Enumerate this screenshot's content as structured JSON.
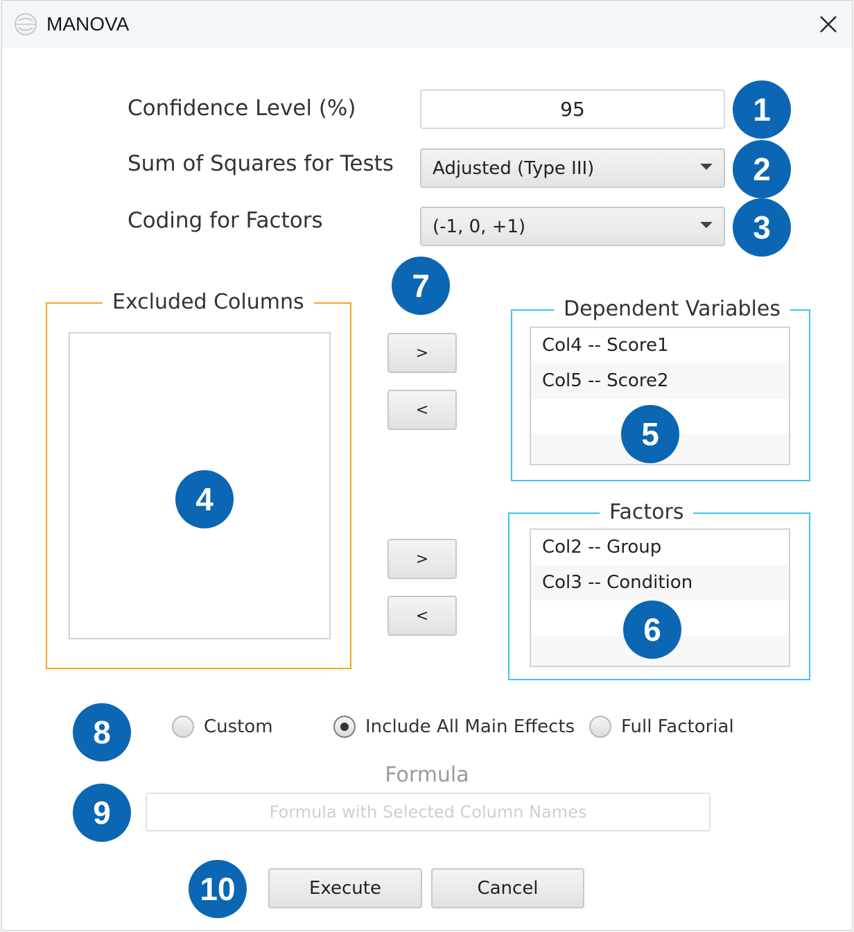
{
  "window": {
    "title": "MANOVA"
  },
  "settings": {
    "confidence_label": "Confidence Level (%)",
    "confidence_value": "95",
    "ss_label": "Sum of Squares for Tests",
    "ss_value": "Adjusted (Type III)",
    "coding_label": "Coding for Factors",
    "coding_value": "(-1, 0, +1)"
  },
  "excluded": {
    "title": "Excluded Columns",
    "items": []
  },
  "dependent": {
    "title": "Dependent Variables",
    "items": [
      "Col4 -- Score1",
      "Col5 -- Score2"
    ]
  },
  "factors": {
    "title": "Factors",
    "items": [
      "Col2 -- Group",
      "Col3 -- Condition"
    ]
  },
  "move_buttons": {
    "add": ">",
    "remove": "<"
  },
  "model": {
    "options": [
      "Custom",
      "Include All Main Effects",
      "Full Factorial"
    ],
    "selected": "Include All Main Effects"
  },
  "formula": {
    "label": "Formula",
    "placeholder": "Formula with Selected Column Names",
    "value": ""
  },
  "actions": {
    "execute": "Execute",
    "cancel": "Cancel"
  },
  "badges": [
    "1",
    "2",
    "3",
    "4",
    "5",
    "6",
    "7",
    "8",
    "9",
    "10"
  ],
  "colors": {
    "badge": "#0b66b3",
    "excluded_border": "#f5a623",
    "selected_border": "#3cc4ee"
  }
}
